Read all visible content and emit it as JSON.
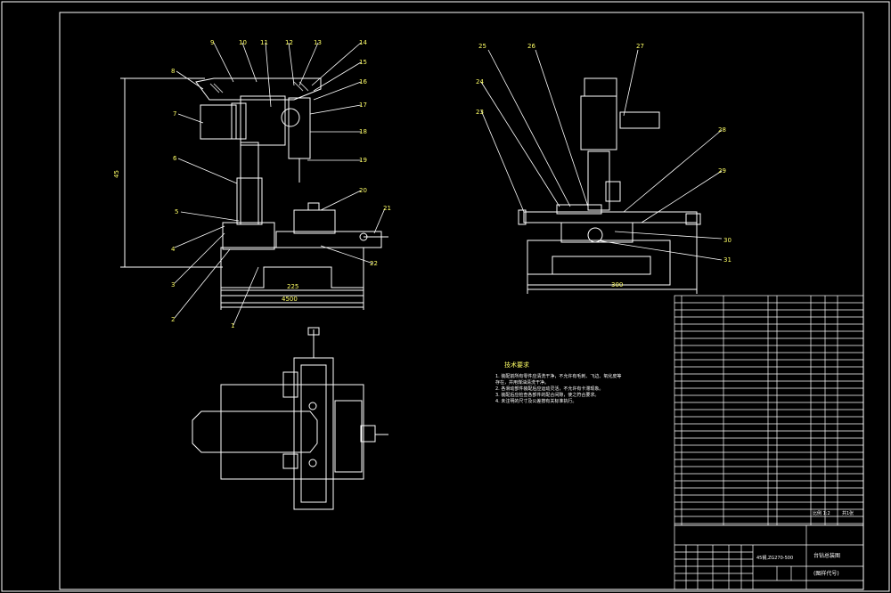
{
  "colors": {
    "background": "#000000",
    "line": "#ffffff",
    "label": "#ffff66",
    "hatch": "#bbbbbb"
  },
  "front_view": {
    "callouts": [
      "1",
      "2",
      "3",
      "4",
      "5",
      "6",
      "7",
      "8",
      "9",
      "10",
      "11",
      "12",
      "13",
      "14",
      "15",
      "16",
      "17",
      "18",
      "19",
      "20",
      "21",
      "22"
    ],
    "dims": {
      "height": "45",
      "width_inner": "225",
      "width_outer": "4500"
    }
  },
  "side_view": {
    "callouts": [
      "23",
      "24",
      "25",
      "26",
      "27",
      "28",
      "29",
      "30",
      "31"
    ],
    "dims": {
      "width": "300"
    }
  },
  "notes": {
    "title": "技术要求",
    "lines": [
      "1. 装配前所有零件应清洗干净，不允许有毛刺、飞边、氧化皮等",
      "   存在，并用煤油清洗干净。",
      "2. 各滑动部件装配后应运动灵活，不允许有卡滞现象。",
      "3. 装配后应检查各部件的配合间隙，使之符合要求。",
      "4. 未注明的尺寸及公差按有关标准执行。"
    ]
  },
  "title_block": {
    "name": "台钻总装图",
    "code": "(图样代号)",
    "scale_label": "比例 1:2",
    "quantity": "共1张",
    "material": "45钢,ZG270-500"
  }
}
